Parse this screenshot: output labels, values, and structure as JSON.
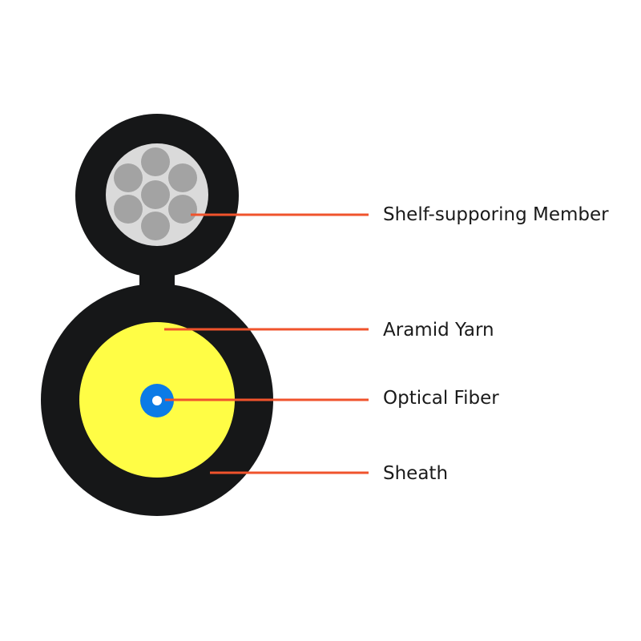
{
  "labels": {
    "member": "Shelf-supporing Member",
    "aramid": "Aramid Yarn",
    "fiber": "Optical Fiber",
    "sheath": "Sheath"
  },
  "colors": {
    "sheath": "#161718",
    "member_core": "#dadada",
    "member_strand": "#a3a3a3",
    "aramid": "#fffd45",
    "fiber_coating": "#0b7be6",
    "fiber_core": "#ffffff",
    "leader": "#f0532c",
    "text": "#1a1a1a"
  }
}
